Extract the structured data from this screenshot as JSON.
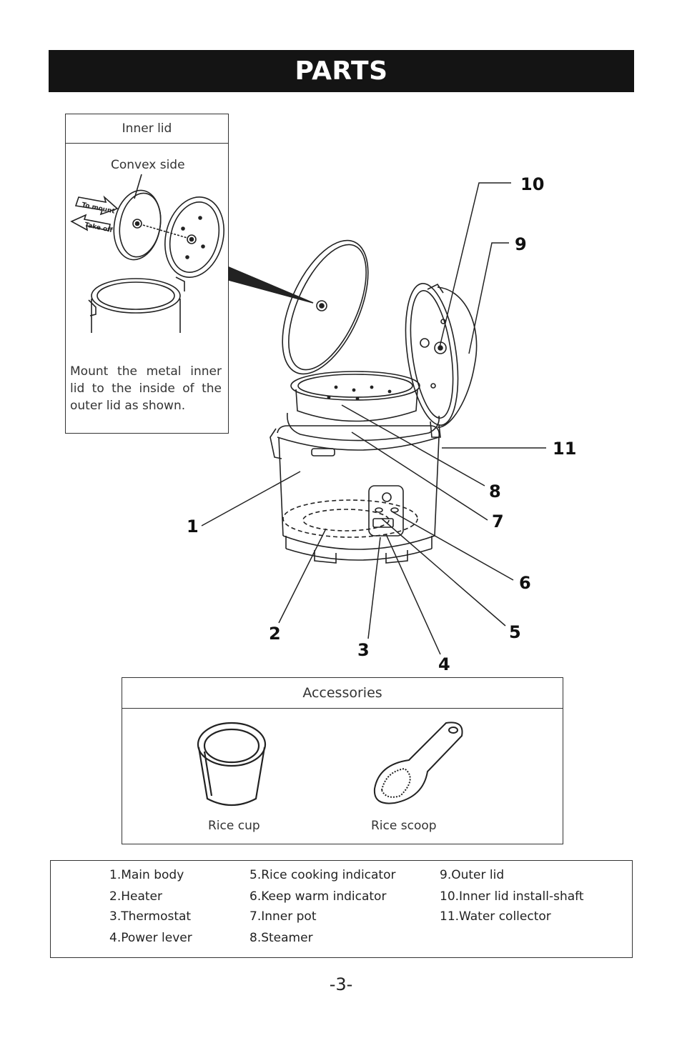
{
  "title": "PARTS",
  "inner_lid": {
    "heading": "Inner lid",
    "convex_label": "Convex side",
    "arrow_mount": "To mount",
    "arrow_take_off": "Take off",
    "note": "Mount the metal inner lid to the inside of the outer lid as shown."
  },
  "callouts": [
    "10",
    "9",
    "11",
    "8",
    "7",
    "1",
    "6",
    "5",
    "2",
    "3",
    "4"
  ],
  "accessories": {
    "heading": "Accessories",
    "items": [
      "Rice cup",
      "Rice scoop"
    ]
  },
  "parts_legend": [
    [
      "1.Main body",
      "2.Heater",
      "3.Thermostat",
      "4.Power lever"
    ],
    [
      "5.Rice cooking indicator",
      "6.Keep warm indicator",
      "7.Inner pot",
      "8.Steamer"
    ],
    [
      "9.Outer lid",
      "10.Inner lid install-shaft",
      "11.Water collector"
    ]
  ],
  "page_number": "-3-"
}
